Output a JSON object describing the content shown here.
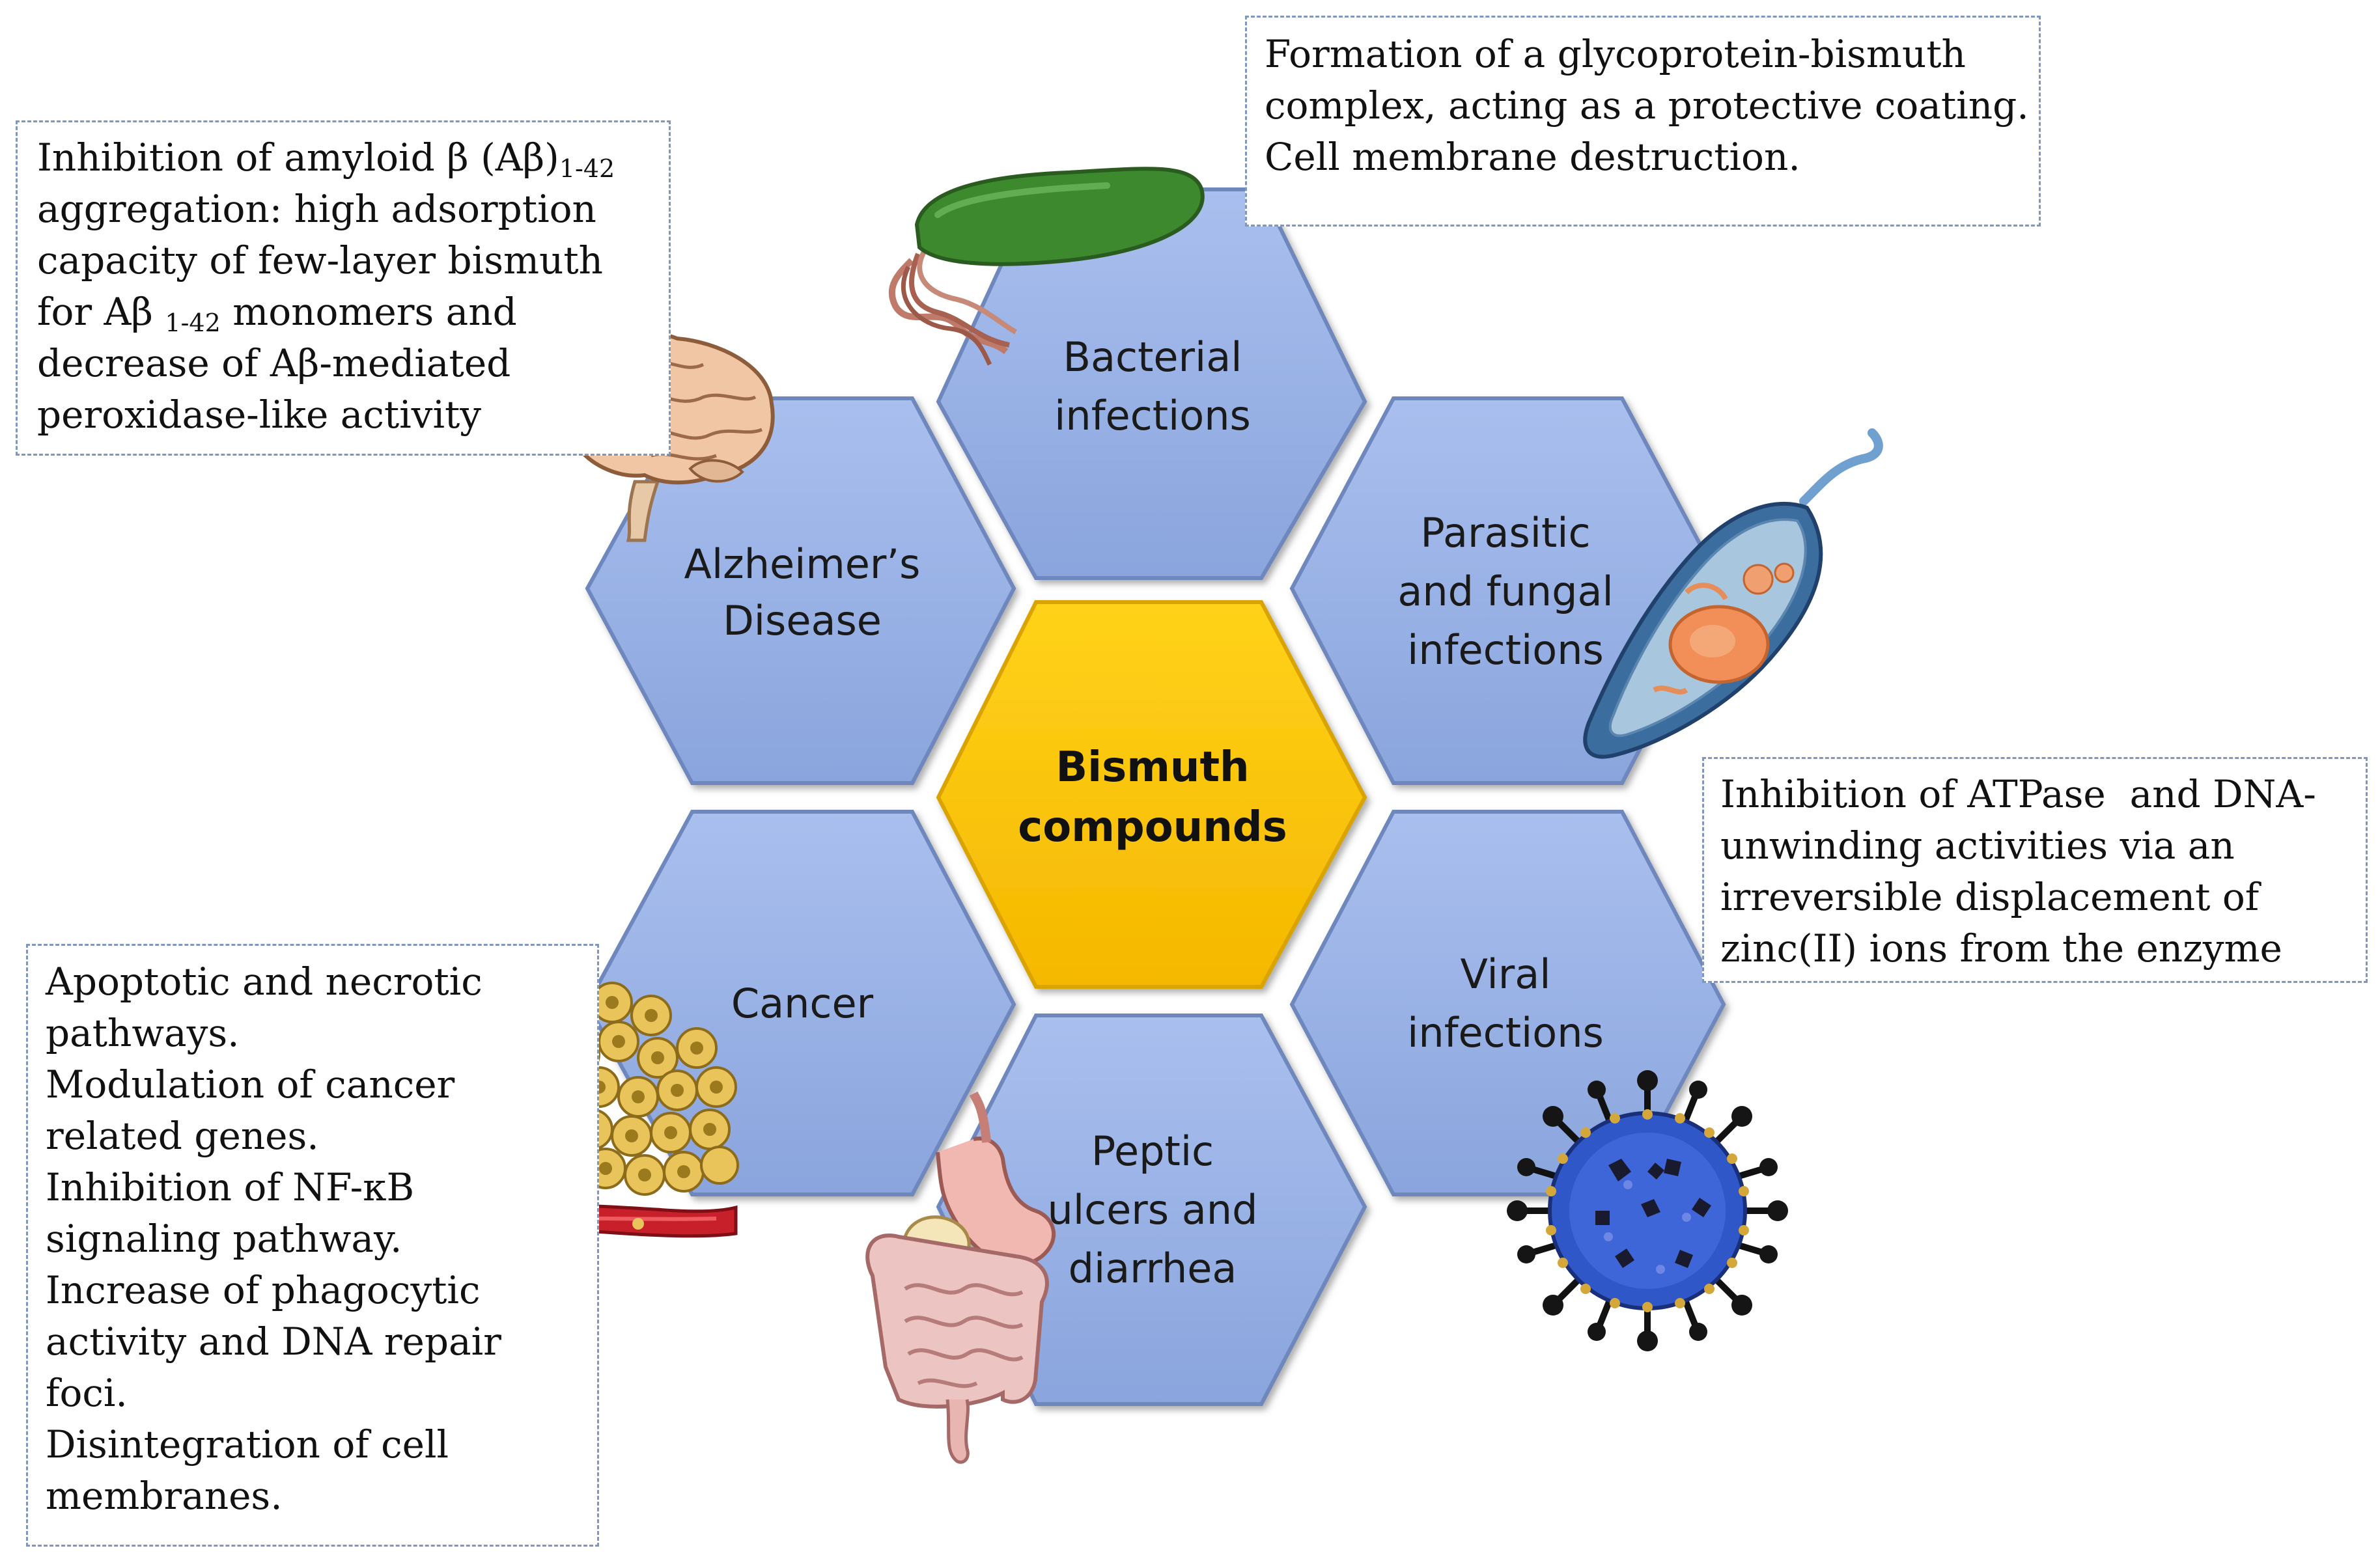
{
  "center": {
    "line1": "Bismuth",
    "line2": "compounds"
  },
  "hexagons": {
    "bacterial": {
      "line1": "Bacterial",
      "line2": "infections"
    },
    "alzheimers": {
      "line1": "Alzheimer’s",
      "line2": "Disease"
    },
    "parasitic": {
      "line1": "Parasitic",
      "line2": "and fungal",
      "line3": "infections"
    },
    "cancer": {
      "line1": "Cancer"
    },
    "viral": {
      "line1": "Viral",
      "line2": "infections"
    },
    "peptic": {
      "line1": "Peptic",
      "line2": "ulcers and",
      "line3": "diarrhea"
    }
  },
  "notes": {
    "bacterial": {
      "l1": "Formation of a glycoprotein-bismuth",
      "l2": "complex, acting as a protective coating.",
      "l3": "Cell membrane destruction."
    },
    "alzheimers": {
      "l1": "Inhibition of amyloid β (Aβ)",
      "l1_sub": "1-42",
      "l2": "aggregation: high adsorption",
      "l3": "capacity of few-layer bismuth",
      "l4a": "for Aβ ",
      "l4_sub": "1-42",
      "l4b": " monomers and",
      "l5": "decrease of Aβ-mediated",
      "l6": "peroxidase-like activity"
    },
    "viral": {
      "l1": "Inhibition of ATPase  and DNA-",
      "l2": "unwinding activities via an",
      "l3": "irreversible displacement of",
      "l4": "zinc(II) ions from the enzyme"
    },
    "cancer": {
      "l1": "Apoptotic and necrotic",
      "l2": "pathways.",
      "l3": "Modulation of cancer",
      "l4": "related genes.",
      "l5": "Inhibition of NF-κB",
      "l6": "signaling pathway.",
      "l7": "Increase of phagocytic",
      "l8": "activity and DNA repair",
      "l9": "foci.",
      "l10": "Disintegration of cell",
      "l11": "membranes."
    }
  },
  "colors": {
    "hex_fill": "#93ade3",
    "hex_edge": "#6e87bd",
    "center_fill": "#ffc400",
    "center_edge": "#d9a300",
    "note_border": "#7f97bf"
  },
  "icons": [
    "bacterium-icon",
    "brain-icon",
    "parasite-cell-icon",
    "cancer-cells-icon",
    "virus-icon",
    "digestive-system-icon"
  ]
}
